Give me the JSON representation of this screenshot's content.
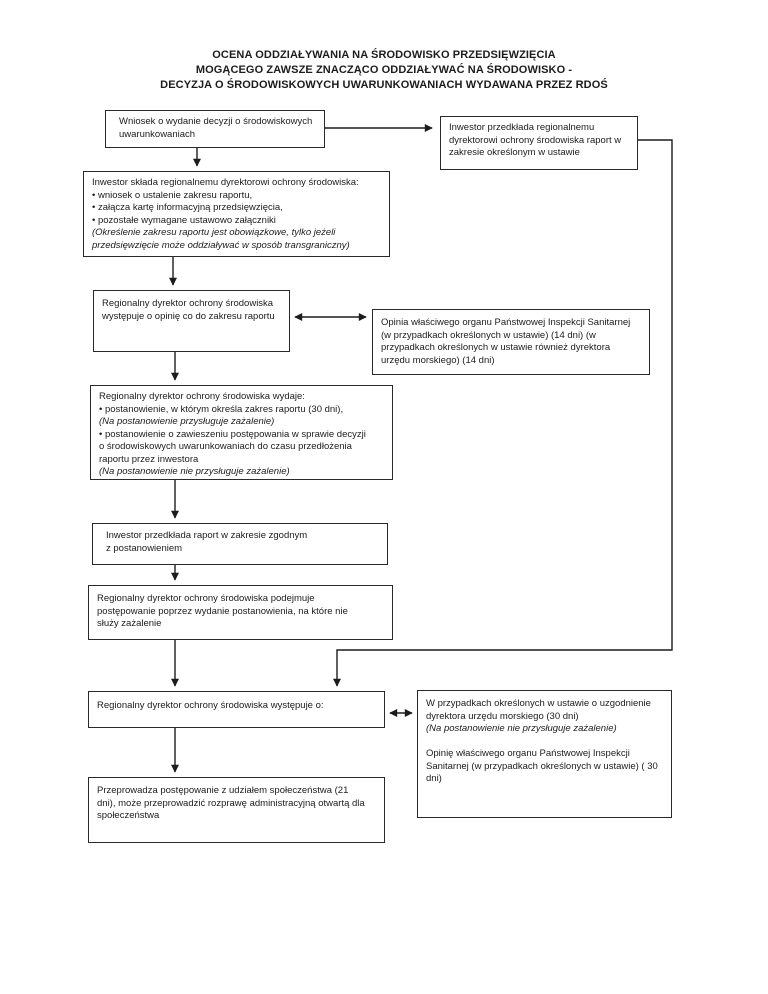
{
  "title": {
    "lines": [
      "OCENA ODDZIAŁYWANIA NA ŚRODOWISKO PRZEDSIĘWZIĘCIA",
      "MOGĄCEGO ZAWSZE ZNACZĄCO ODDZIAŁYWAĆ NA ŚRODOWISKO -",
      "DECYZJA O ŚRODOWISKOWYCH UWARUNKOWANIACH WYDAWANA PRZEZ RDOŚ"
    ]
  },
  "boxes": {
    "wniosek": {
      "lines": [
        "Wniosek o wydanie decyzji o środowiskowych",
        "uwarunkowaniach"
      ]
    },
    "inwestor_raport": {
      "lines": [
        "Inwestor przedkłada regionalnemu",
        "dyrektorowi ochrony środowiska raport w",
        "zakresie określonym w ustawie"
      ]
    },
    "inwestor_sklada": {
      "lines": [
        "Inwestor składa regionalnemu dyrektorowi ochrony środowiska:",
        "• wniosek o ustalenie zakresu raportu,",
        "• załącza kartę informacyjną przedsięwzięcia,",
        "• pozostałe wymagane ustawowo załączniki",
        "(Określenie zakresu raportu jest obowiązkowe, tylko jeżeli",
        "przedsięwzięcie może oddziaływać w sposób transgraniczny)"
      ]
    },
    "wystepuje_o_opinie": {
      "lines": [
        "Regionalny dyrektor ochrony środowiska",
        "występuje o opinię co do zakresu raportu"
      ]
    },
    "opinia_pis": {
      "lines": [
        "Opinia właściwego organu Państwowej Inspekcji Sanitarnej",
        "(w przypadkach określonych w ustawie) (14 dni) (w",
        "przypadkach określonych w ustawie również dyrektora",
        "urzędu morskiego) (14 dni)"
      ]
    },
    "wydaje": {
      "lines": [
        "Regionalny dyrektor ochrony środowiska wydaje:",
        "• postanowienie, w którym określa zakres raportu (30 dni),",
        "(Na postanowienie przysługuje zażalenie)",
        "• postanowienie o zawieszeniu postępowania w sprawie decyzji",
        "o środowiskowych uwarunkowaniach do czasu przedłożenia",
        "raportu przez inwestora",
        "(Na postanowienie nie przysługuje zażalenie)"
      ]
    },
    "przedklada_raport": {
      "lines": [
        "Inwestor przedkłada raport w zakresie zgodnym",
        "z postanowieniem"
      ]
    },
    "podejmuje": {
      "lines": [
        "Regionalny dyrektor ochrony środowiska podejmuje",
        "postępowanie poprzez wydanie postanowienia, na które nie",
        "służy zażalenie"
      ]
    },
    "wystepuje_o": {
      "lines": [
        "Regionalny dyrektor ochrony środowiska występuje o:"
      ]
    },
    "w_przypadkach": {
      "lines": [
        "W przypadkach określonych w ustawie o uzgodnienie",
        "dyrektora urzędu morskiego (30 dni)",
        "(Na postanowienie nie przysługuje zażalenie)",
        "",
        "Opinię właściwego organu Państwowej Inspekcji",
        "Sanitarnej (w przypadkach określonych w ustawie) ( 30",
        "dni)"
      ]
    },
    "przeprowadza": {
      "lines": [
        "Przeprowadza postępowanie z udziałem społeczeństwa (21",
        "dni), może przeprowadzić rozprawę administracyjną otwartą dla",
        "społeczeństwa"
      ]
    }
  },
  "colors": {
    "background": "#ffffff",
    "border": "#2a2a2a",
    "text": "#1c1c1c",
    "connector": "#1c1c1c"
  }
}
